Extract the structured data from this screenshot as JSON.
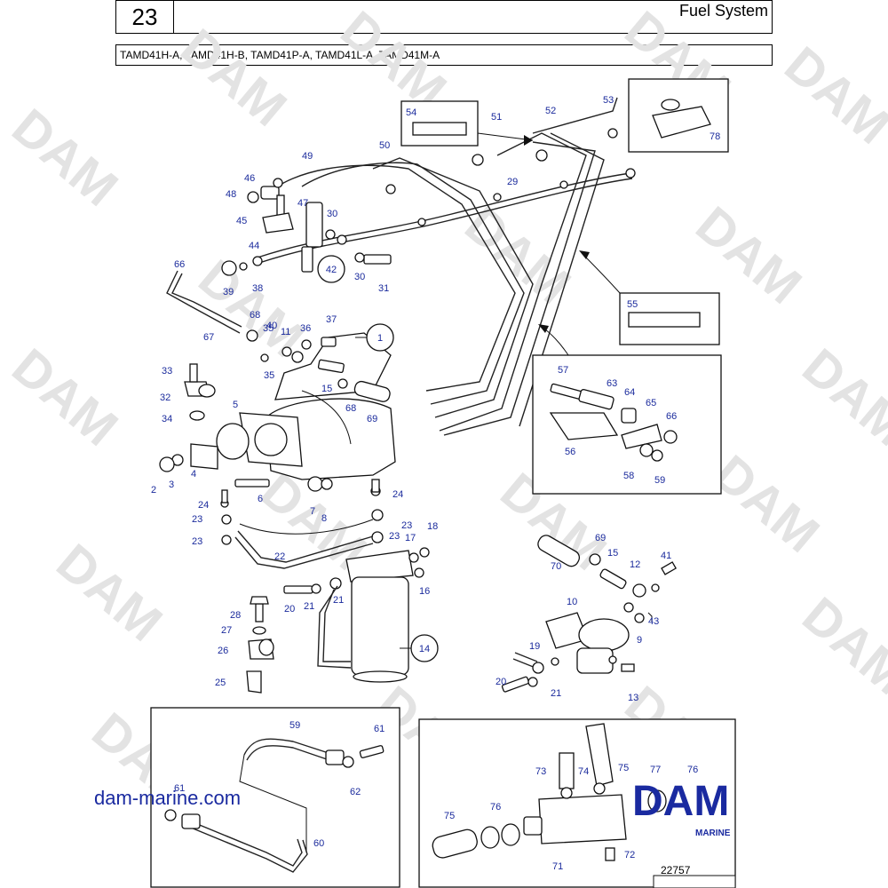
{
  "header": {
    "section_number": "23",
    "title": "Fuel System",
    "models": "TAMD41H-A, TAMD41H-B, TAMD41P-A, TAMD41L-A, TAMD41M-A"
  },
  "watermark": "DAM",
  "logo": {
    "text": "DAM",
    "subtitle": "MARINE"
  },
  "website": "dam-marine.com",
  "figure_number": "22757",
  "callouts": [
    {
      "label": "1"
    },
    {
      "label": "14"
    },
    {
      "label": "42"
    }
  ],
  "part_labels": [
    "2",
    "3",
    "4",
    "5",
    "6",
    "7",
    "8",
    "9",
    "10",
    "11",
    "12",
    "13",
    "15",
    "15",
    "16",
    "17",
    "18",
    "19",
    "20",
    "20",
    "21",
    "21",
    "21",
    "22",
    "23",
    "23",
    "23",
    "23",
    "24",
    "24",
    "25",
    "26",
    "27",
    "28",
    "29",
    "30",
    "30",
    "31",
    "32",
    "33",
    "34",
    "35",
    "35",
    "36",
    "37",
    "38",
    "39",
    "40",
    "41",
    "43",
    "44",
    "45",
    "46",
    "47",
    "48",
    "49",
    "50",
    "51",
    "52",
    "53",
    "54",
    "55",
    "56",
    "57",
    "58",
    "59",
    "59",
    "60",
    "61",
    "61",
    "62",
    "63",
    "64",
    "65",
    "66",
    "66",
    "67",
    "68",
    "68",
    "69",
    "69",
    "70",
    "71",
    "72",
    "73",
    "74",
    "75",
    "75",
    "76",
    "76",
    "77",
    "78"
  ],
  "colors": {
    "label_blue": "#1a2a9c",
    "logo_blue": "#1a2aa0",
    "line": "#111111"
  }
}
